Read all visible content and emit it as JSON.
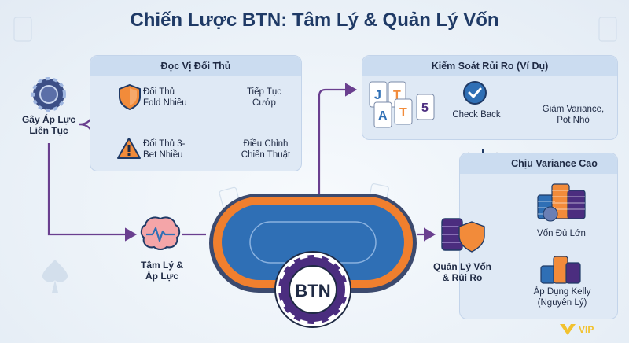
{
  "title": "Chiến Lược BTN: Tâm Lý & Quản Lý Vốn",
  "left": {
    "label_line1": "Gây Áp Lực",
    "label_line2": "Liên Tục"
  },
  "read_panel": {
    "header": "Đọc Vị Đối Thủ",
    "row1": {
      "cause_line1": "Đối Thủ",
      "cause_line2": "Fold Nhiều",
      "effect_line1": "Tiếp Tục",
      "effect_line2": "Cướp"
    },
    "row2": {
      "cause_line1": "Đối Thủ 3-",
      "cause_line2": "Bet Nhiều",
      "effect_line1": "Điều Chỉnh",
      "effect_line2": "Chiến Thuật"
    }
  },
  "risk_panel": {
    "header": "Kiểm Soát Rủi Ro (Ví Dụ)",
    "cards": [
      "J",
      "T",
      "A",
      "T",
      "5"
    ],
    "check_label": "Check Back",
    "result_line1": "Giảm Variance,",
    "result_line2": "Pot Nhỏ"
  },
  "variance_panel": {
    "header": "Chịu Variance Cao",
    "item1": "Vốn Đủ Lớn",
    "item2_line1": "Áp Dụng Kelly",
    "item2_line2": "(Nguyên Lý)"
  },
  "brain": {
    "label_line1": "Tâm Lý &",
    "label_line2": "Áp Lực"
  },
  "table": {
    "chip_text": "BTN"
  },
  "bankroll": {
    "label_line1": "Quản Lý Vốn",
    "label_line2": "& Rủi Ro"
  },
  "logo": {
    "text": "VIP"
  },
  "colors": {
    "arrow": "#6a3f8f",
    "table_rim": "#f07f2e",
    "felt": "#2f6fb5",
    "chip": "#4b2d7f",
    "accent_orange": "#f28b3a"
  }
}
